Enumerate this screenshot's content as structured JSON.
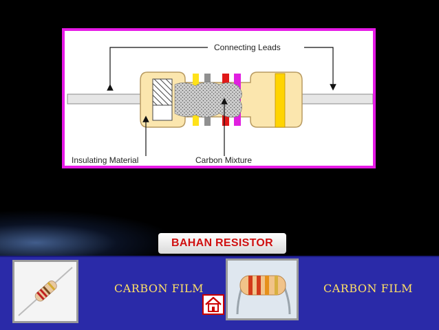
{
  "diagram": {
    "labels": {
      "connecting_leads": "Connecting Leads",
      "insulating_material": "Insulating Material",
      "carbon_mixture": "Carbon Mixture"
    }
  },
  "title_tab": {
    "label": "BAHAN RESISTOR"
  },
  "bottom_bar": {
    "left_label": "CARBON  FILM",
    "right_label": "CARBON  FILM"
  },
  "colors": {
    "frame_border": "#e61ae6",
    "bar_background": "#2a2aa8",
    "label_yellow": "#ffe066",
    "title_red": "#d01010"
  },
  "icons": {
    "home": "home-icon"
  }
}
